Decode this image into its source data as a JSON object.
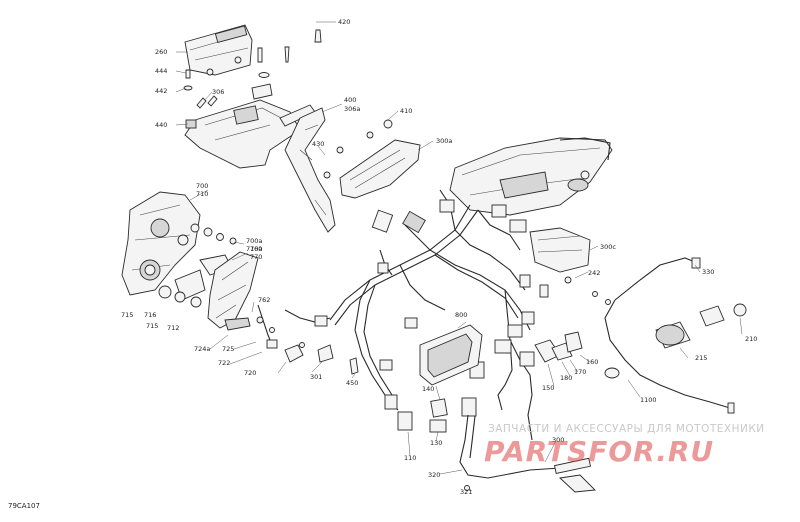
{
  "figure_code": "79CA107",
  "watermark": {
    "tagline": "ЗАПЧАСТИ И АКСЕССУАРЫ ДЛЯ МОТОТЕХНИКИ",
    "brand": "PARTSFOR.RU"
  },
  "callouts": [
    "420",
    "260",
    "444",
    "442",
    "306",
    "440",
    "400",
    "306a",
    "410",
    "430",
    "300a",
    "700",
    "710",
    "700a",
    "710a",
    "760",
    "770",
    "715",
    "716",
    "712",
    "715",
    "762",
    "724a",
    "725",
    "722",
    "720",
    "301",
    "450",
    "800",
    "300c",
    "242",
    "330",
    "210",
    "215",
    "160",
    "170",
    "180",
    "150",
    "140",
    "130",
    "110",
    "300",
    "320",
    "321",
    "1100"
  ]
}
